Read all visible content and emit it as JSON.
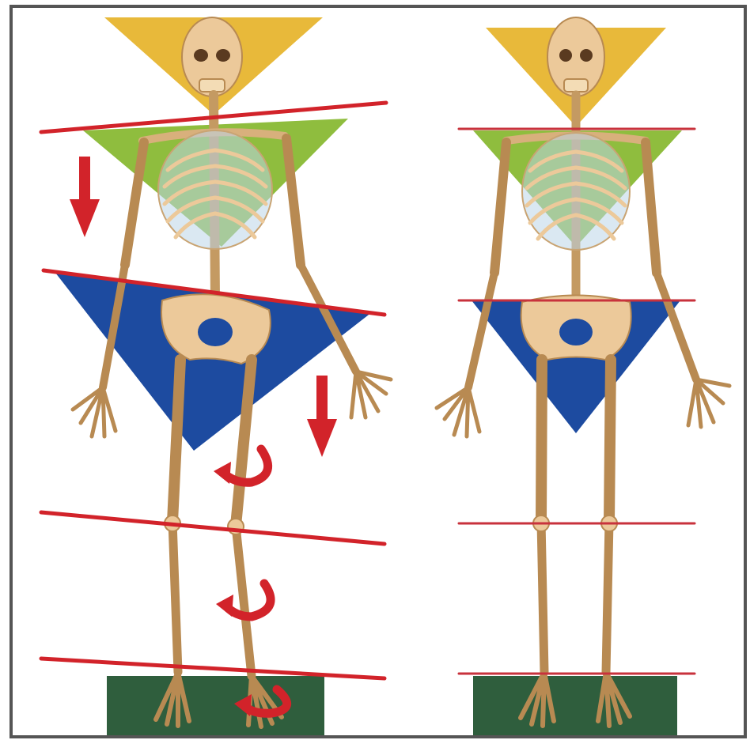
{
  "colors": {
    "background": "#ffffff",
    "frame": "#555555",
    "head_triangle": "#e8b93a",
    "chest_triangle": "#8fbd3e",
    "pelvis_triangle": "#1d4ba0",
    "floor": "#2f5e3d",
    "alignment_line": "#d2232a",
    "arrow": "#d2232a",
    "bone": "#ecc99a",
    "bone_outline": "#b88a52",
    "rib_tint": "#bcd6e8"
  },
  "panels": [
    {
      "id": "left",
      "description_icon": "misaligned-skeleton"
    },
    {
      "id": "right",
      "description_icon": "aligned-skeleton"
    }
  ]
}
